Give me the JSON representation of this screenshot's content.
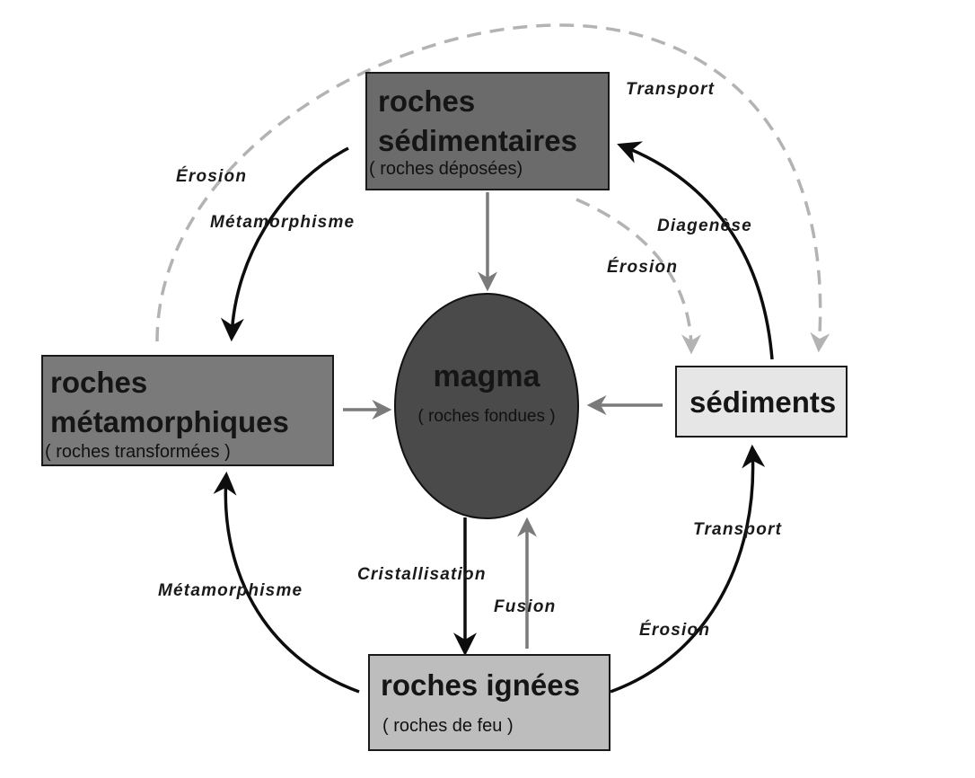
{
  "nodes": {
    "sedimentaires": {
      "line1": "roches",
      "line2": "sédimentaires",
      "sub": "( roches déposées)"
    },
    "metamorphiques": {
      "line1": "roches",
      "line2": "métamorphiques",
      "sub": "( roches transformées )"
    },
    "magma": {
      "title": "magma",
      "sub": "( roches  fondues )"
    },
    "sediments": {
      "title": "sédiments"
    },
    "ignees": {
      "title": "roches ignées",
      "sub": "( roches de feu )"
    }
  },
  "labels": {
    "transport_top": "Transport",
    "erosion_top_left": "Érosion",
    "metamorphisme_top": "Métamorphisme",
    "diagenese": "Diagenèse",
    "erosion_mid_right": "Érosion",
    "transport_bottom": "Transport",
    "erosion_bottom": "Érosion",
    "metamorphisme_bottom": "Métamorphisme",
    "cristallisation": "Cristallisation",
    "fusion": "Fusion"
  },
  "colors": {
    "sedimentaires_fill": "#6b6b6b",
    "metamorphiques_fill": "#7a7a7a",
    "magma_fill": "#4a4a4a",
    "sediments_fill": "#e6e6e6",
    "ignees_fill": "#bdbdbd",
    "dashed_arrow": "#b3b3b3",
    "gray_arrow": "#7a7a7a",
    "black_arrow": "#0d0d0d"
  }
}
